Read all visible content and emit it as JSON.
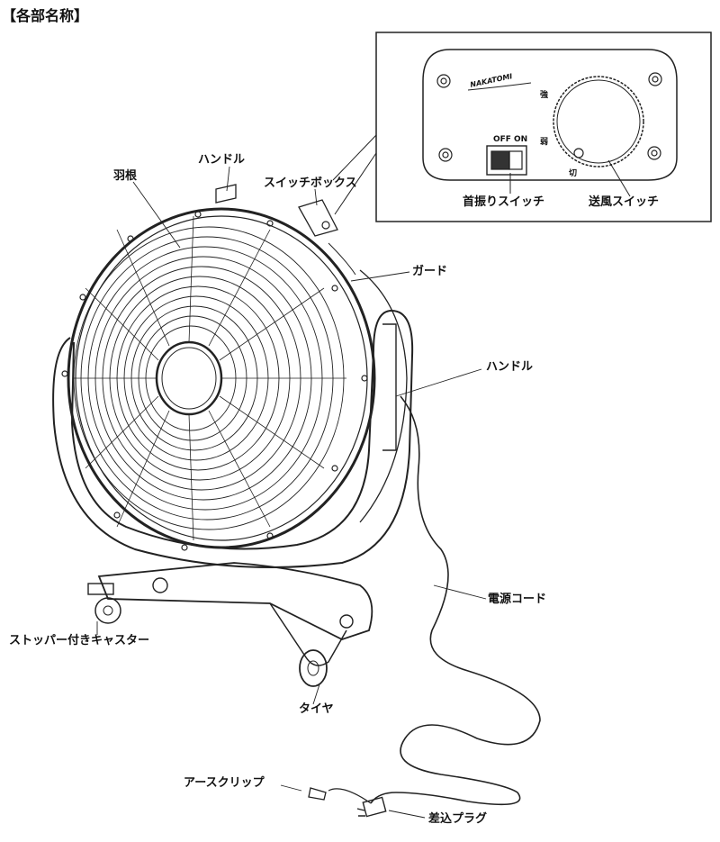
{
  "title": "【各部名称】",
  "labels": {
    "blade": "羽根",
    "top_handle": "ハンドル",
    "switch_box": "スイッチボックス",
    "guard": "ガード",
    "side_handle": "ハンドル",
    "power_cord": "電源コード",
    "caster": "ストッパー付きキャスター",
    "tire": "タイヤ",
    "ground_clip": "アースクリップ",
    "plug": "差込プラグ"
  },
  "switch_panel": {
    "brand": "NAKATOMI",
    "off": "OFF",
    "on": "ON",
    "strong": "強",
    "weak": "弱",
    "stop": "切",
    "oscillation_switch": "首振りスイッチ",
    "airflow_switch": "送風スイッチ"
  }
}
